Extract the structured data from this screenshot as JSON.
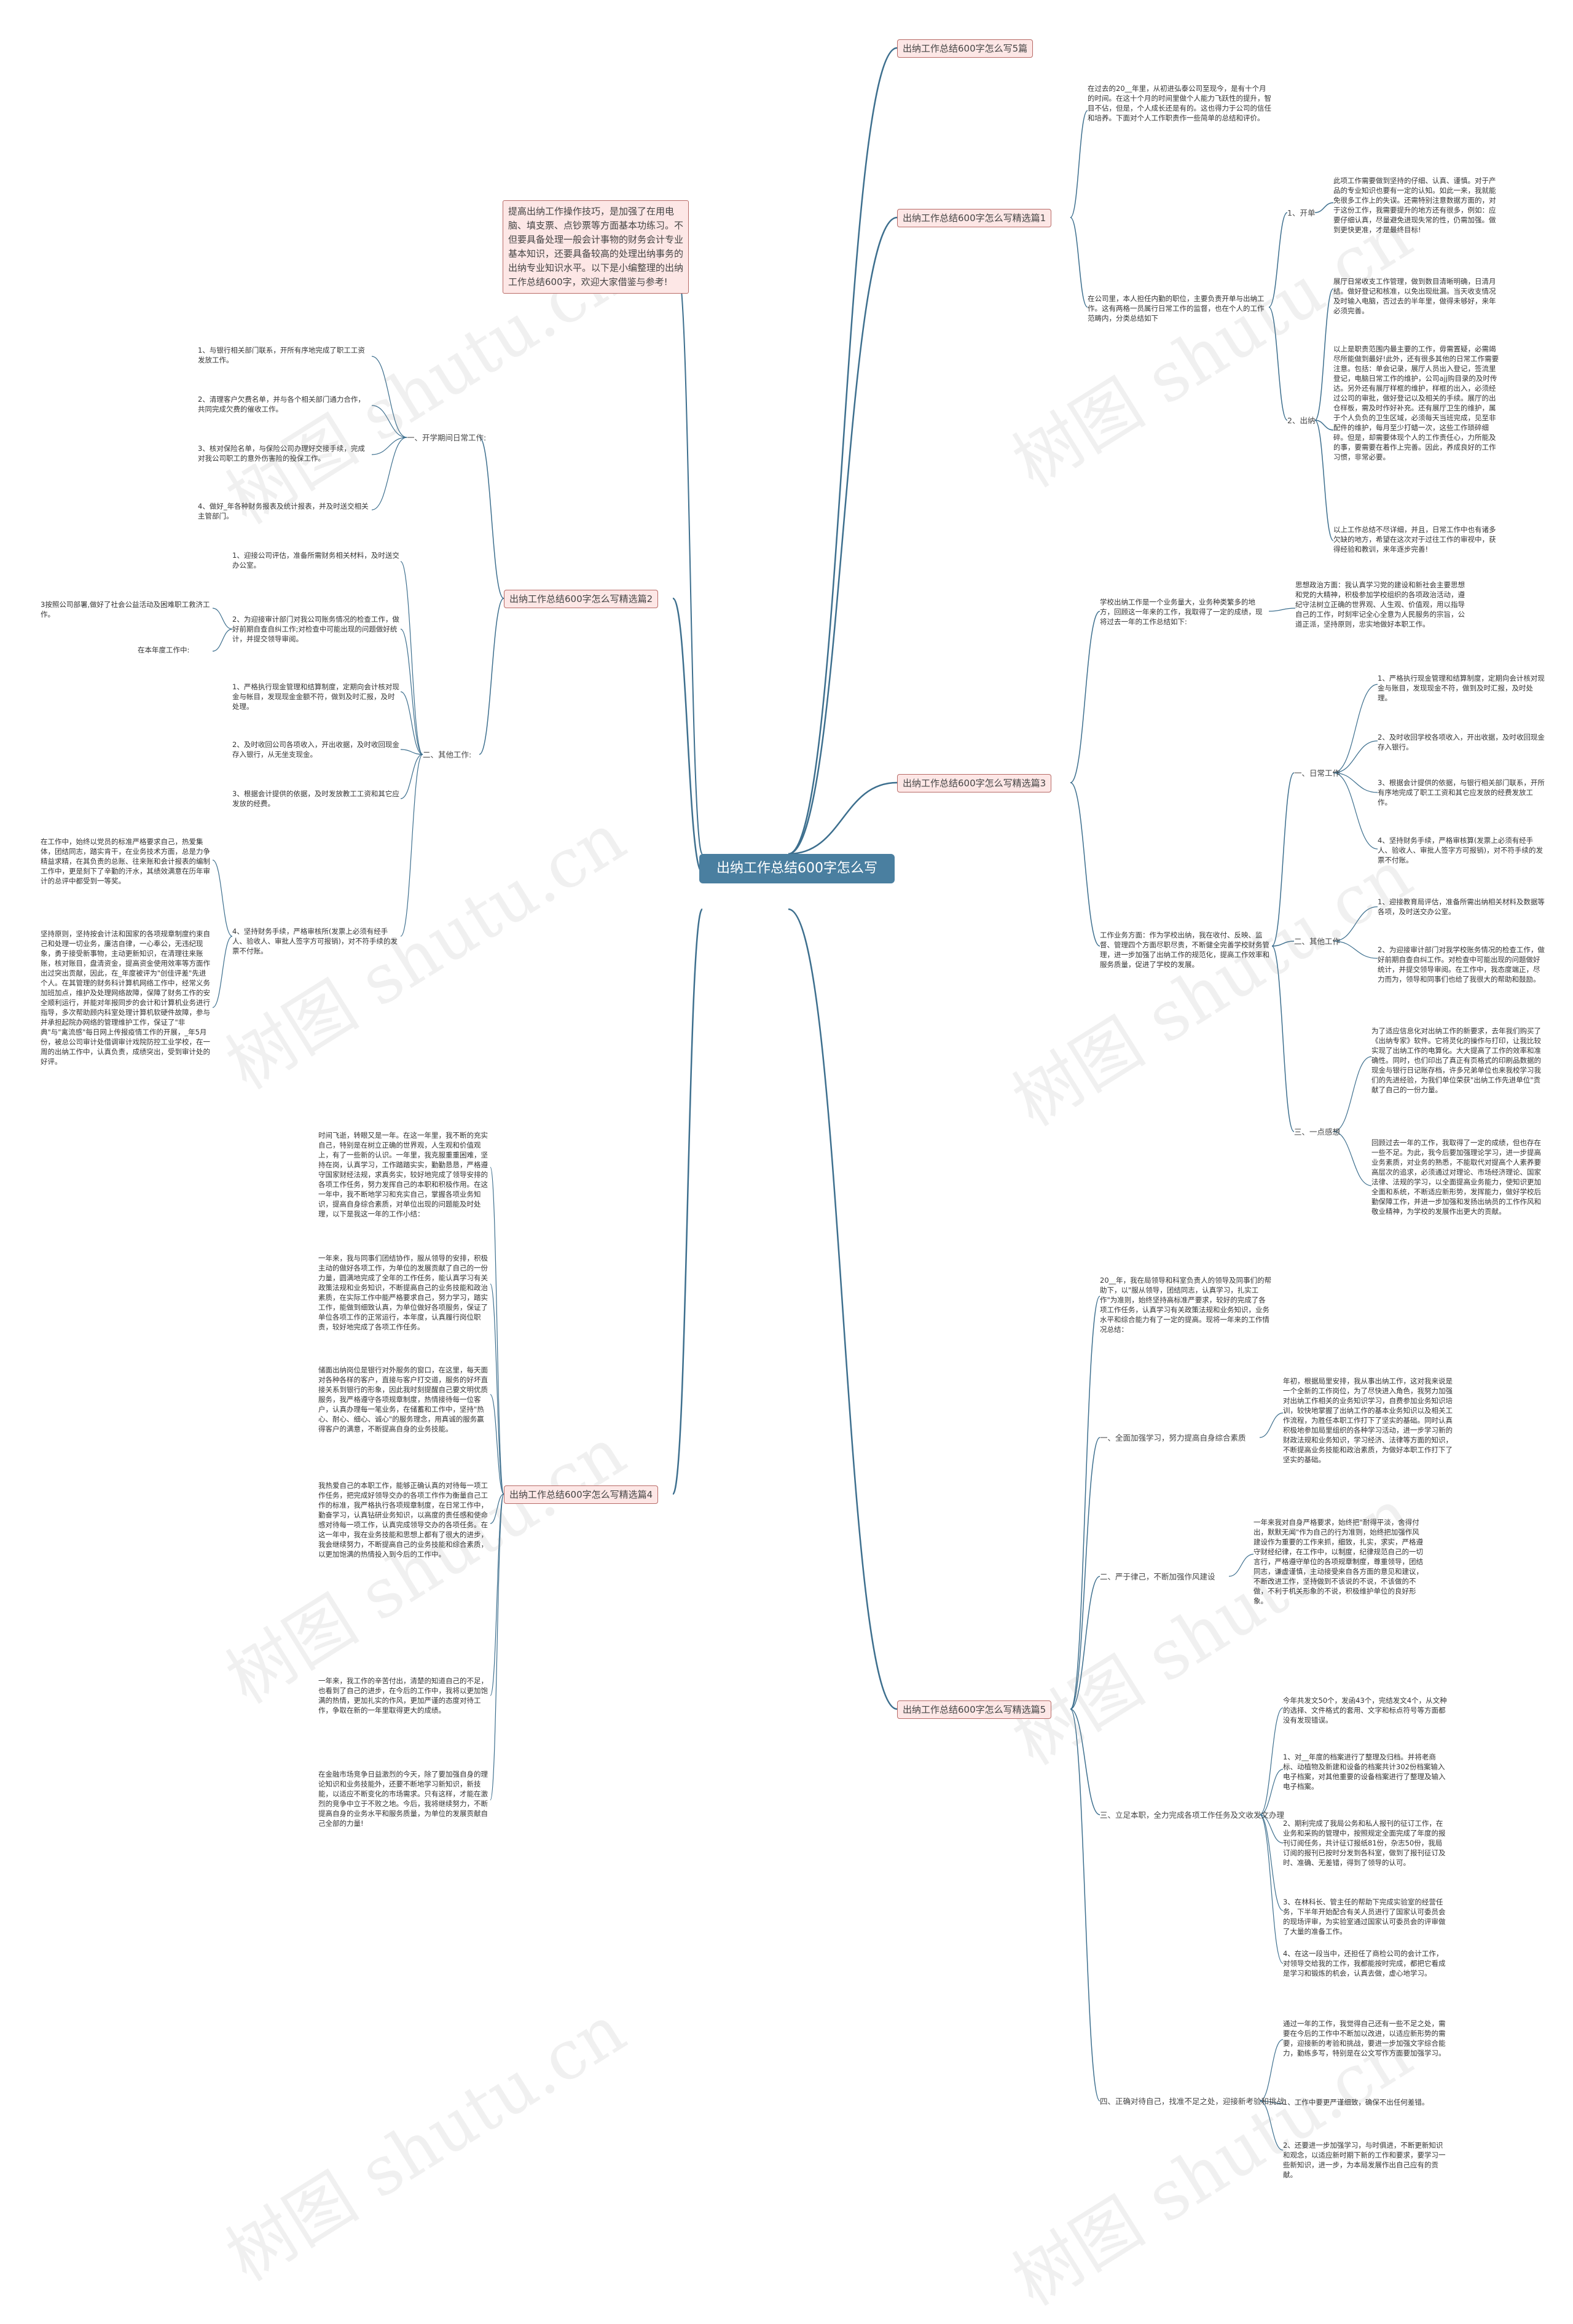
{
  "root": "出纳工作总结600字怎么写",
  "intro": "提高出纳工作操作技巧，是加强了在用电脑、填支票、点钞票等方面基本功练习。不但要具备处理一般会计事物的财务会计专业基本知识，还要具备较高的处理出纳事务的出纳专业知识水平。以下是小编整理的出纳工作总结600字，欢迎大家借鉴与参考!",
  "branches": {
    "b5": "出纳工作总结600字怎么写5篇",
    "b1": "出纳工作总结600字怎么写精选篇1",
    "b2": "出纳工作总结600字怎么写精选篇2",
    "b3": "出纳工作总结600字怎么写精选篇3",
    "b4": "出纳工作总结600字怎么写精选篇4",
    "b5b": "出纳工作总结600字怎么写精选篇5"
  },
  "p1": {
    "intro": "在过去的20__年里，从初进弘泰公司至现今，是有十个月的时间。在这十个月的时间里做个人能力飞跃性的提升，智目不佔，但是，个人成长还是有的。这也得力于公司的信任和培养。下面对个人工作职责作一些简单的总结和评价。",
    "office": "在公司里，本人担任内勤的职位，主要负责开单与出纳工作。这有两格一员属行日常工作的监督，也在个人的工作范畴内，分类总结如下",
    "s1": "1、开单",
    "s1_text": "此项工作需要做到坚持的仔细、认真、谨慎。对于产品的专业知识也要有一定的认知。如此一来，我就能免很多工作上的失误。还需特别注意数据方面的，对于这份工作，我需要提升的地方还有很多，例如：应要仔细认真，尽量避免进现失常的性，仍需加强。做到更快更准，才是最终目标!",
    "s2": "2、出纳",
    "s2_a": "展厅日常收支工作管理，做到数目清晰明确，日清月结。做好登记和核准，以免出现纰漏。当天收支情况及时输入电脑，否过去的半年里，做得未够好，来年必须完善。",
    "s2_b": "以上是职责范围内最主要的工作，毋需置疑，必需竭尽所能做到最好!此外，还有很多其他的日常工作需要注意。包括：单会记录，展厅人员出入登记，签流里登记，电脑日常工作的维护，公司ajj购目录的及时传达。另外还有展厅样框的维护，样框的出入，必须经过公司的审批，做好登记以及相关的手续。展厅的出仓样板，需及时作好补充。还有展厅卫生的维护，属于个人负负的卫生区域，必须每天当班完成，见至非配件的维护，每月至少打蜡一次，这些工作琐碎细碎。但是，却需要体现个人的工作责任心，力所能及的事，要需要在着作上完善。因此，养成良好的工作习惯，非常必要。",
    "s2_c": "以上工作总结不尽详细，并且，日常工作中也有诸多欠缺的地方，希望在这次对于过往工作的审视中，获得经验和教训，来年逐步完善!"
  },
  "p2": {
    "s1": "一、开学期间日常工作:",
    "s1_items": [
      "1、与银行相关部门联系，开所有序地完成了职工工资发放工作。",
      "2、清理客户欠费名单，并与各个相关部门通力合作，共同完成欠费的催收工作。",
      "3、核对保险名单，与保险公司办理好交接手续，完成对我公司职工的意外伤害险的投保工作。",
      "4、做好_年各种财务报表及统计报表，并及时送交相关主管部门。"
    ],
    "s2": "二、其他工作:",
    "s2_items": [
      "1、迎接公司评估，准备所需财务相关材料，及时送交办公室。",
      "2、为迎接审计部门对我公司账务情况的检查工作，做好前期自查自纠工作;对检查中可能出现的问题做好统计，并提交领导审阅。",
      "1、严格执行现金管理和结算制度，定期向会计核对现金与帐目，发现现金金额不符，做到及时汇报，及时处理。",
      "2、及时收回公司各项收入，开出收据，及时收回现金存入银行，从无坐支现金。",
      "3、根据会计提供的依据，及时发放教工工资和其它应发放的经费。",
      "4、坚持财务手续，严格审核所(发票上必须有经手人、验收人、审批人签字方可报销)，对不符手续的发票不付账。"
    ],
    "left_a": "3按照公司部署,做好了社会公益活动及困难职工救济工作。",
    "left_b": "在本年度工作中:",
    "left_c": "在工作中，始终以党员的标准严格要求自己，热爱集体，团结同志，踏实肯干，在业务技术方面，总是力争精益求精，在其负责的总账、往来账和会计报表的编制工作中，更是刻下了辛勤的汗水，其绩效满意在历年审计的总评中都受到一等奖。",
    "left_d": "坚持原则，坚持按会计法和国家的各项规章制度约束自己和处理一切业务，廉洁自律，一心奉公，无违纪现象，勇于接受新事物，主动更新知识，在清理往来账账，核对账目，盘清资金，提高资金使用效率等方面作出过突出贡献，因此，在_年度被评为\"创佳评差\"先进个人。在其管理的财务科计算机网络工作中，经常义务加班加点，维护及处理网络故障，保障了财务工作的安全顺利运行，并能对年报同步的会计和计算机业务进行指导，多次帮助顾内科室处理计算机软硬件故障，参与并承担起院办网络的管理维护工作，保证了\"非典\"与\"禽流感\"每日网上传报疫情工作的开展，_年5月份，被总公司审计处借调审计戏院防控工业学校，在一周的出纳工作中，认真负责，成绩突出，受到审计处的好评。"
  },
  "p3": {
    "intro": "学校出纳工作是一个业务量大，业务种类繁多的地方，回顾这一年来的工作，我取得了一定的成绩，现将过去一年的工作总结如下:",
    "ideo": "思想政治方面：我认真学习党的建设和新社会主要思想和党的大精神，积极参加学校组织的各项政治活动，遵纪守法树立正确的世界观、人生观、价值观，用以指导自己的工作，时刻牢记全心全意为人民服务的宗旨，公道正派，坚持原则，忠实地做好本职工作。",
    "work": "工作业务方面：作为学校出纳，我在收付、反映、监督、管理四个方面尽职尽责，不断健全完善学校财务管理，进一步加强了出纳工作的规范化，提高工作效率和服务质量，促进了学校的发展。",
    "s1": "一、日常工作",
    "s1_items": [
      "1、严格执行现金管理和结算制度，定期向会计核对现金与账目，发现现金不符，做到及时汇报，及时处理。",
      "2、及时收回学校各项收入，开出收据，及时收回现金存入银行。",
      "3、根据会计提供的依据，与银行相关部门联系，开所有序地完成了职工工资和其它应发放的经费发放工作。",
      "4、坚持财务手续，严格审核算(发票上必须有经手人、验收人、审批人签字方可报销)，对不符手续的发票不付账。"
    ],
    "s2": "二、其他工作",
    "s2_items": [
      "1、迎接教育局评估，准备所需出纳相关材料及数据等各项，及时送交办公室。",
      "2、为迎接审计部门对我学校账务情况的检查工作，做好前期自查自纠工作。对检查中可能出现的问题做好统计，并提交领导审阅。在工作中，我态度端正，尽力而为，领导和同事们也给了我很大的帮助和鼓励。"
    ],
    "s3": "三、一点感想",
    "s3_items": [
      "为了适应信息化对出纳工作的新要求，去年我们购买了《出纳专家》软件。它将灵化的操作与打印，让我比较实现了出纳工作的电算化。大大提高了工作的效率和准确性。同时，也们印出了真正有页格式的印刷品数据的现金与银行日记账存档，许多兄弟单位也来我校学习我们的先进经验，为我们单位荣获\"出纳工作先进单位\"贡献了自己的一份力量。",
      "回顾过去一年的工作，我取得了一定的成绩，但也存在一些不足。为此，我今后要加强理论学习，进一步提高业务素质，对业务的熟悉，不能取代对提高个人素养要高层次的追求，必须通过对理论、市场经济理论、国家法律、法规的学习，以全面提高业务能力，使知识更加全面和系统，不断适应新形势，发挥能力，做好学校后勤保障工作，并进一步加强和发扬出纳员的工作作风和敬业精神，为学校的发展作出更大的贡献。"
    ]
  },
  "p4": {
    "items": [
      "时间飞逝，转眼又是一年。在这一年里，我不断的充实自己，特别是在树立正确的世界观，人生观和价值观上，有了一些新的认识。一年里，我克服重重困难，坚持在岗，认真学习，工作踏踏实实，勤勤恳恳，严格遵守国家财经法规，求真务实，较好地完成了领导安排的各项工作任务，努力发挥自己的本职和积极作用。在这一年中，我不断地学习和充实自己，掌握各项业务知识，提高自身综合素质，对单位出现的问题能及时处理，以下是我这一年的工作小结：",
      "一年来，我与同事们团结协作，服从领导的安排，积极主动的做好各项工作，为单位的发展贡献了自己的一份力量，圆满地完成了全年的工作任务，能认真学习有关政策法规和业务知识，不断提高自己的业务技能和政治素质，在实际工作中能严格要求自己，努力学习，踏实工作，能做到细致认真，为单位做好各项服务，保证了单位各项工作的正常运行，本年度，认真履行岗位职责，较好地完成了各项工作任务。",
      "储面出纳岗位是银行对外服务的窗口，在这里，每天面对各种各样的客户，直接与客户打交道，服务的好坏直接关系到银行的形象，因此我时刻提醒自己要文明优质服务，我严格遵守各项规章制度，热情接待每一位客户，认真办理每一笔业务，在储蓄和工作中，坚持\"热心、耐心、细心、诚心\"的服务理念，用真诚的服务赢得客户的满意，不断提高自身的业务技能。",
      "我热爱自己的本职工作，能够正确认真的对待每一项工作任务，把完成好领导交办的各项工作作为衡量自己工作的标准，我严格执行各项规章制度，在日常工作中，勤奋学习，认真钻研业务知识，以高度的责任感和使命感对待每一项工作，认真完成领导交办的各项任务。在这一年中，我在业务技能和思想上都有了很大的进步，我会继续努力，不断提高自己的业务技能和综合素质，以更加饱满的热情投入到今后的工作中。",
      "一年来，我工作的辛苦付出，清楚的知道自己的不足，也看到了自己的进步，在今后的工作中，我将以更加饱满的热情，更加扎实的作风，更加严谨的态度对待工作，争取在新的一年里取得更大的成绩。",
      "在金融市场竞争日益激烈的今天，除了要加强自身的理论知识和业务技能外，还要不断地学习新知识，新技能，以适应不断变化的市场需求。只有这样，才能在激烈的竞争中立于不败之地。今后，我将继续努力，不断提高自身的业务水平和服务质量，为单位的发展贡献自己全部的力量!"
    ]
  },
  "p5": {
    "intro": "20__年，我在局领导和科室负责人的领导及同事们的帮助下，以\"服从领导，团结同志，认真学习，扎实工作\"为准则，始终坚持高标准严要求，较好的完成了各项工作任务，认真学习有关政策法规和业务知识，业务水平和综合能力有了一定的提高。现将一年来的工作情况总结：",
    "s1": "一、全面加强学习，努力提高自身综合素质",
    "s1_text": "年初，根据局里安排，我从事出纳工作，这对我来说是一个全新的工作岗位，为了尽快进入角色，我努力加强对出纳工作相关的业务知识学习，自费参加业务知识培训，较快地掌握了出纳工作的基本业务知识以及相关工作流程，为胜任本职工作打下了坚实的基础。同时认真积极地参加局里组织的各种学习活动，进一步学习新的财政法规和业务知识，学习经济、法律等方面的知识，不断提高业务技能和政治素质，为做好本职工作打下了坚实的基础。",
    "s2": "二、严于律己，不断加强作风建设",
    "s2_text": "一年来我对自身严格要求，始终把\"耐得平淡，舍得付出，默默无闻\"作为自己的行为准则，始终把加强作风建设作为重要的工作来抓，细致，扎实，求实，严格遵守财经纪律，在工作中，以制度，纪律规范自己的一切言行，严格遵守单位的各项规章制度，尊重领导，团结同志，谦虚谨慎，主动接受来自各方面的意见和建议，不断改进工作，坚持做到不该说的不说，不该做的不做，不利于机关形象的不说，积极维护单位的良好形象。",
    "s3": "三、立足本职，全力完成各项工作任务及文收发文办理",
    "s3_items": [
      "今年共发文50个，发函43个，完结发文4个，从文种的选择、文件格式的套用、文字和标点符号等方面都没有发现错误。",
      "1、对__年度的档案进行了整理及归档。并将老商标、动植物及新建和设备的档案共计302份档案输入电子档案，对其他重要的设备档案进行了整理及输入电子档案。",
      "2、期利完成了我局公务和私人报刊的征订工作，在业务和采购的管理中，按照规定全面完成了年度的报刊订阅任务，共计征订报纸81份，杂志50份，我局订阅的报刊已按时分发到各科室，做到了报刊征订及时、准确、无差错，得到了领导的认可。",
      "3、在林科长、管主任的帮助下完成实验室的经营任务，下半年开始配合有关人员进行了国家认可委员会的现场评审，为实验室通过国家认可委员会的评审做了大量的准备工作。",
      "4、在这一段当中，还担任了商检公司的会计工作，对领导交给我的工作，我都能按时完成，都把它看成是学习和锻炼的机会，认真去做，虚心地学习。"
    ],
    "s4": "四、正确对待自己，找准不足之处，迎接新考验和挑战",
    "s4_items": [
      "通过一年的工作，我觉得自己还有一些不足之处，需要在今后的工作中不断加以改进，以适应新形势的需要，迎接新的考验和挑战，要进一步加强文字综合能力，勤练多写，特别是在公文写作方面要加强学习。",
      "1、工作中要更严谨细致，确保不出任何差错。",
      "2、还要进一步加强学习，与时俱进，不断更新知识和观念，以适应新时期下新的工作和要求，要学习一些新知识，进一步，为本局发展作出自己应有的贡献。"
    ]
  },
  "watermark": "树图 shutu.cn"
}
